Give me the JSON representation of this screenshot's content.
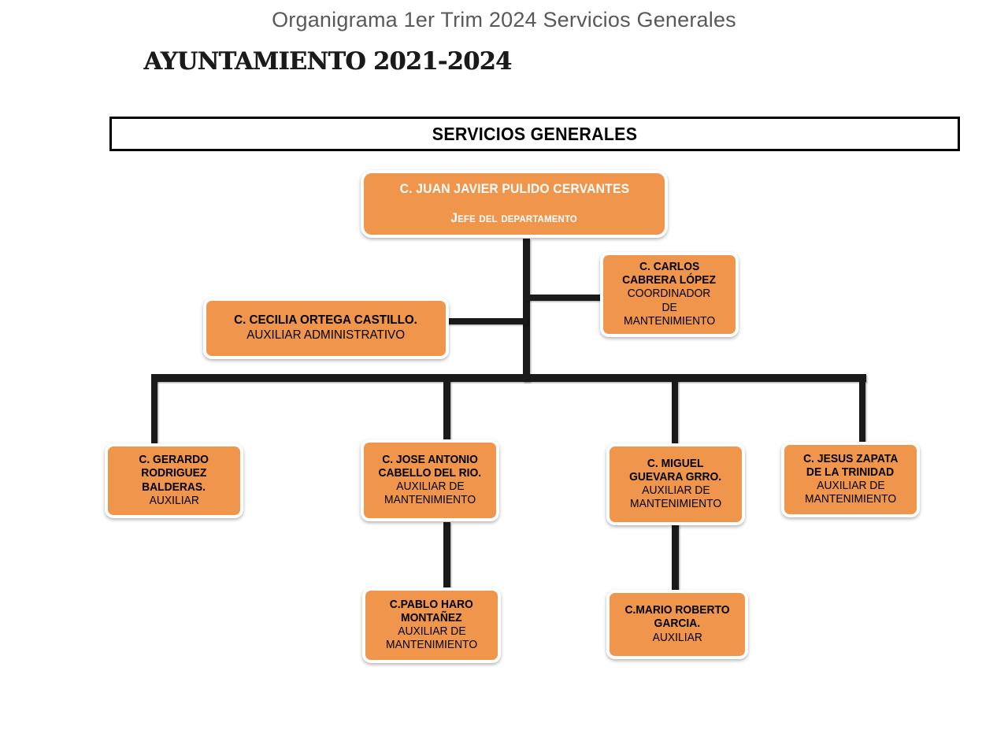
{
  "page": {
    "doc_title": "Organigrama 1er Trim 2024 Servicios Generales",
    "administration_title": "AYUNTAMIENTO 2021-2024",
    "department_header": "SERVICIOS GENERALES",
    "accent_color": "#F0954C",
    "connector_color": "#1A1A1A",
    "header_text_color": "#000000",
    "doc_title_color": "#595959"
  },
  "org": {
    "director": {
      "name": "C. JUAN JAVIER PULIDO CERVANTES",
      "role": "Jefe del departamento"
    },
    "staff": [
      {
        "name": "C. CARLOS CABRERA LÓPEZ",
        "name_line1": "C. CARLOS",
        "name_line2": "CABRERA LÓPEZ",
        "role": "COORDINADOR DE MANTENIMIENTO",
        "role_line1": "COORDINADOR",
        "role_line2": "DE",
        "role_line3": "MANTENIMIENTO"
      },
      {
        "name": "C. CECILIA ORTEGA CASTILLO.",
        "role": "AUXILIAR ADMINISTRATIVO"
      }
    ],
    "operatives": [
      {
        "name": "C. GERARDO RODRIGUEZ BALDERAS.",
        "name_line1": "C. GERARDO",
        "name_line2": "RODRIGUEZ",
        "name_line3": "BALDERAS.",
        "role": "AUXILIAR"
      },
      {
        "name": "C. JOSE ANTONIO CABELLO DEL RIO.",
        "name_line1": "C. JOSE ANTONIO",
        "name_line2": "CABELLO DEL RIO.",
        "role_line1": "AUXILIAR DE",
        "role_line2": "MANTENIMIENTO"
      },
      {
        "name": "C. MIGUEL GUEVARA GRRO.",
        "name_line1": "C. MIGUEL",
        "name_line2": "GUEVARA GRRO.",
        "role_line1": "AUXILIAR DE",
        "role_line2": "MANTENIMIENTO"
      },
      {
        "name": "C. JESUS ZAPATA DE LA TRINIDAD",
        "name_line1": "C. JESUS ZAPATA",
        "name_line2": "DE LA TRINIDAD",
        "role_line1": "AUXILIAR DE",
        "role_line2": "MANTENIMIENTO"
      }
    ],
    "sub_operatives": [
      {
        "name": "C.PABLO HARO MONTAÑEZ",
        "name_line1": "C.PABLO HARO",
        "name_line2": "MONTAÑEZ",
        "role_line1": "AUXILIAR DE",
        "role_line2": "MANTENIMIENTO"
      },
      {
        "name": "C.MARIO ROBERTO GARCIA.",
        "name_line1": "C.MARIO ROBERTO",
        "name_line2": "GARCIA.",
        "role": "AUXILIAR"
      }
    ]
  }
}
